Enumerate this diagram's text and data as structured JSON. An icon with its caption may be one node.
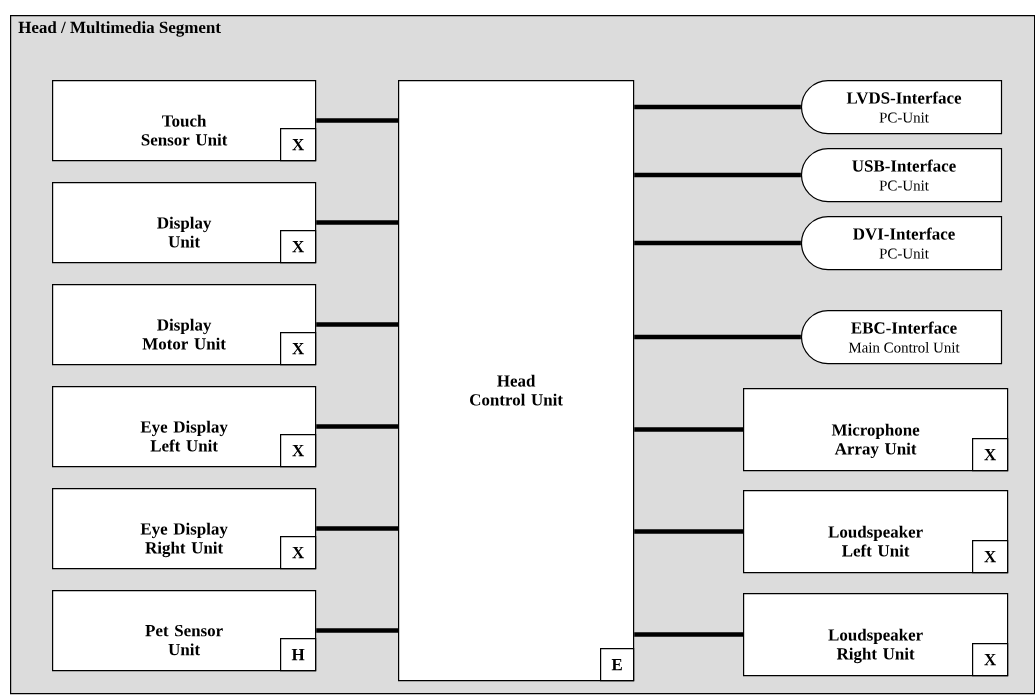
{
  "diagram": {
    "nodes": [
      {
        "text": [
          "Head / Multimedia Segment"
        ]
      },
      {
        "text": [
          "Touch Sensor Unit"
        ],
        "in": 0
      },
      {
        "text": [
          "X"
        ],
        "in": 1
      },
      {
        "text": [
          "Display Unit"
        ],
        "in": 0
      },
      {
        "text": [
          "X"
        ],
        "in": 3
      },
      {
        "text": [
          "Display Motor Unit"
        ],
        "in": 0
      },
      {
        "text": [
          "X"
        ],
        "in": 5
      },
      {
        "text": [
          "Eye Display Left Unit"
        ],
        "in": 0
      },
      {
        "text": [
          "X"
        ],
        "in": 7
      },
      {
        "text": [
          "Eye Display Right Unit"
        ],
        "in": 0
      },
      {
        "text": [
          "X"
        ],
        "in": 9
      },
      {
        "text": [
          "Pet Sensor Unit"
        ],
        "in": 0
      },
      {
        "text": [
          "H"
        ],
        "in": 11
      },
      {
        "text": [
          "Head Control Unit"
        ],
        "in": 0
      },
      {
        "text": [
          "E"
        ],
        "in": 13
      },
      {
        "text": [
          "LVDS-Interface",
          "PC-Unit"
        ],
        "in": 0
      },
      {
        "text": [
          "USB-Interface",
          "PC-Unit"
        ],
        "in": 0
      },
      {
        "text": [
          "DVI-Interface",
          "PC-Unit"
        ],
        "in": 0
      },
      {
        "text": [
          "EBC-Interface",
          "Main Control Unit"
        ],
        "in": 0
      },
      {
        "text": [
          "Microphone Array Unit"
        ],
        "in": 0
      },
      {
        "text": [
          "X"
        ],
        "in": 19
      },
      {
        "text": [
          "Loudspeaker Left Unit"
        ],
        "in": 0
      },
      {
        "text": [
          "X"
        ],
        "in": 21
      },
      {
        "text": [
          "Loudspeaker Right Unit"
        ],
        "in": 0
      },
      {
        "text": [
          "X"
        ],
        "in": 23
      }
    ],
    "edges": [
      {
        "from": 1,
        "to": 13,
        "arrow": "none"
      },
      {
        "from": 3,
        "to": 13,
        "arrow": "none"
      },
      {
        "from": 5,
        "to": 13,
        "arrow": "none"
      },
      {
        "from": 7,
        "to": 13,
        "arrow": "none"
      },
      {
        "from": 9,
        "to": 13,
        "arrow": "none"
      },
      {
        "from": 11,
        "to": 13,
        "arrow": "none"
      },
      {
        "from": 13,
        "to": 15,
        "arrow": "none"
      },
      {
        "from": 13,
        "to": 16,
        "arrow": "none"
      },
      {
        "from": 13,
        "to": 17,
        "arrow": "none"
      },
      {
        "from": 13,
        "to": 18,
        "arrow": "none"
      },
      {
        "from": 13,
        "to": 19,
        "arrow": "none"
      },
      {
        "from": 13,
        "to": 21,
        "arrow": "none"
      },
      {
        "from": 13,
        "to": 23,
        "arrow": "none"
      }
    ]
  }
}
